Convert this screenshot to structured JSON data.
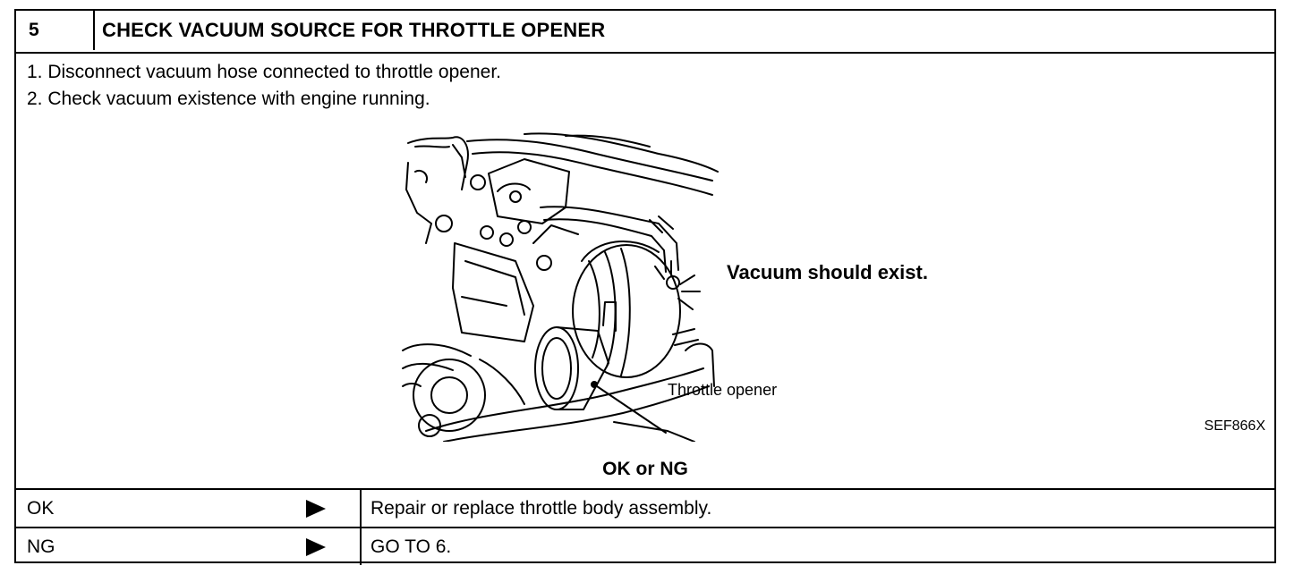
{
  "header": {
    "step_number": "5",
    "title": "CHECK VACUUM SOURCE FOR THROTTLE OPENER"
  },
  "steps": [
    "1. Disconnect vacuum hose connected to throttle opener.",
    "2. Check vacuum existence with engine running."
  ],
  "illustration": {
    "callout": "Vacuum should exist.",
    "part_label": "Throttle opener",
    "figure_id": "SEF866X"
  },
  "result_prompt": "OK or NG",
  "results": [
    {
      "label": "OK",
      "action": "Repair or replace throttle body assembly."
    },
    {
      "label": "NG",
      "action": "GO TO 6."
    }
  ]
}
